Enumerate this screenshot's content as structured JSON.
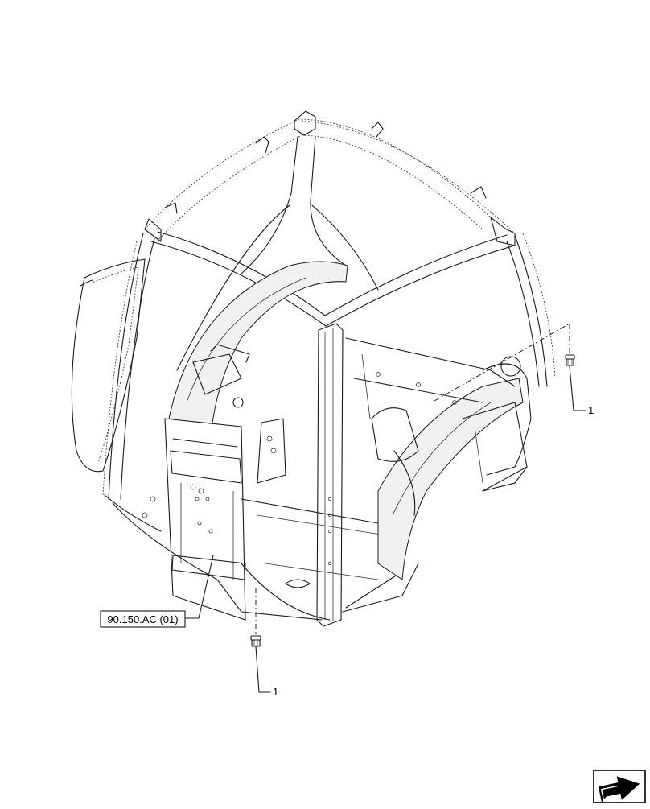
{
  "diagram": {
    "reference_label": "90.150.AC (01)",
    "callouts": [
      {
        "id": "callout-right",
        "text": "1"
      },
      {
        "id": "callout-bottom",
        "text": "1"
      }
    ],
    "nav_icon": "next-page-arrow-icon"
  }
}
